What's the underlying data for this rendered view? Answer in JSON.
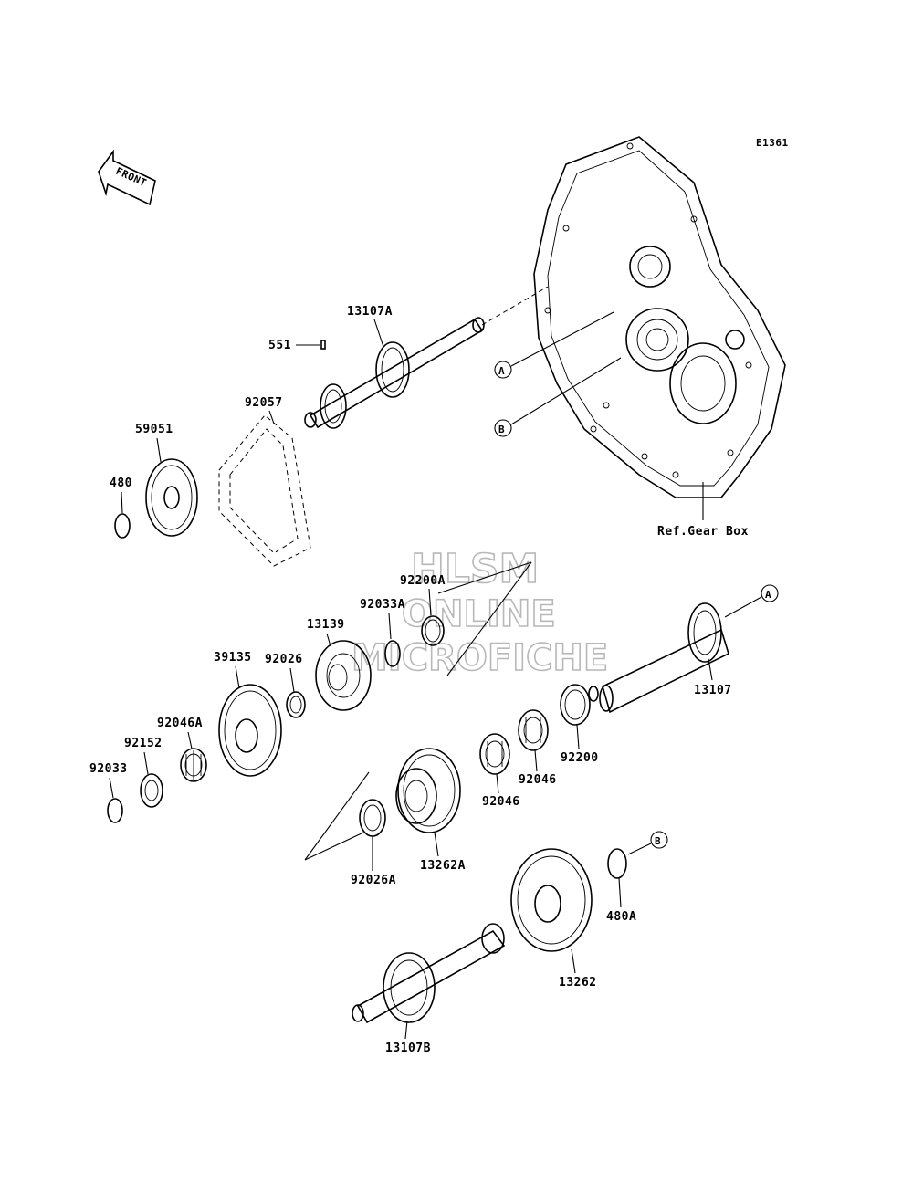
{
  "diagram_id": "E1361",
  "front_label": "FRONT",
  "ref_label": "Ref.Gear Box",
  "watermark": {
    "line1": "HLSM",
    "line2": "ONLINE",
    "line3": "MICROFICHE"
  },
  "callouts": {
    "a": "A",
    "b": "B"
  },
  "parts": {
    "p13107A": "13107A",
    "p551": "551",
    "p92057": "92057",
    "p59051": "59051",
    "p480": "480",
    "p92200A": "92200A",
    "p92033A": "92033A",
    "p13139": "13139",
    "p39135": "39135",
    "p92026": "92026",
    "p92046A": "92046A",
    "p92152": "92152",
    "p92033": "92033",
    "p13107": "13107",
    "p92200": "92200",
    "p92046_upper": "92046",
    "p92046_lower": "92046",
    "p13262A": "13262A",
    "p92026A": "92026A",
    "p480A": "480A",
    "p13262": "13262",
    "p13107B": "13107B"
  }
}
